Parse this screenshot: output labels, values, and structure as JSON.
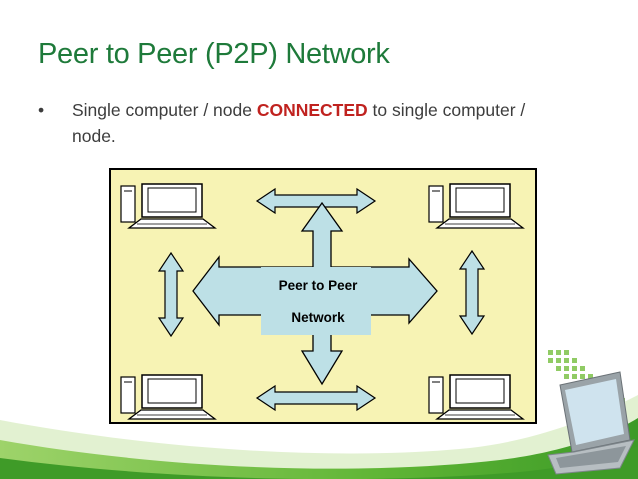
{
  "slide": {
    "title": "Peer to Peer (P2P) Network",
    "bullet": {
      "marker": "•",
      "text_before": "Single computer / node ",
      "highlight": "CONNECTED",
      "text_after": " to single computer / node."
    }
  },
  "diagram": {
    "center_label_line1": "Peer to Peer",
    "center_label_line2": "Network",
    "nodes": [
      "computer-top-left",
      "computer-top-right",
      "computer-bottom-left",
      "computer-bottom-right"
    ]
  },
  "colors": {
    "title": "#1e7a3a",
    "highlight": "#c0221f",
    "diagram_background": "#f7f3b4",
    "arrow_fill": "#bde0e6",
    "accent_green": "#6cbf3b"
  }
}
